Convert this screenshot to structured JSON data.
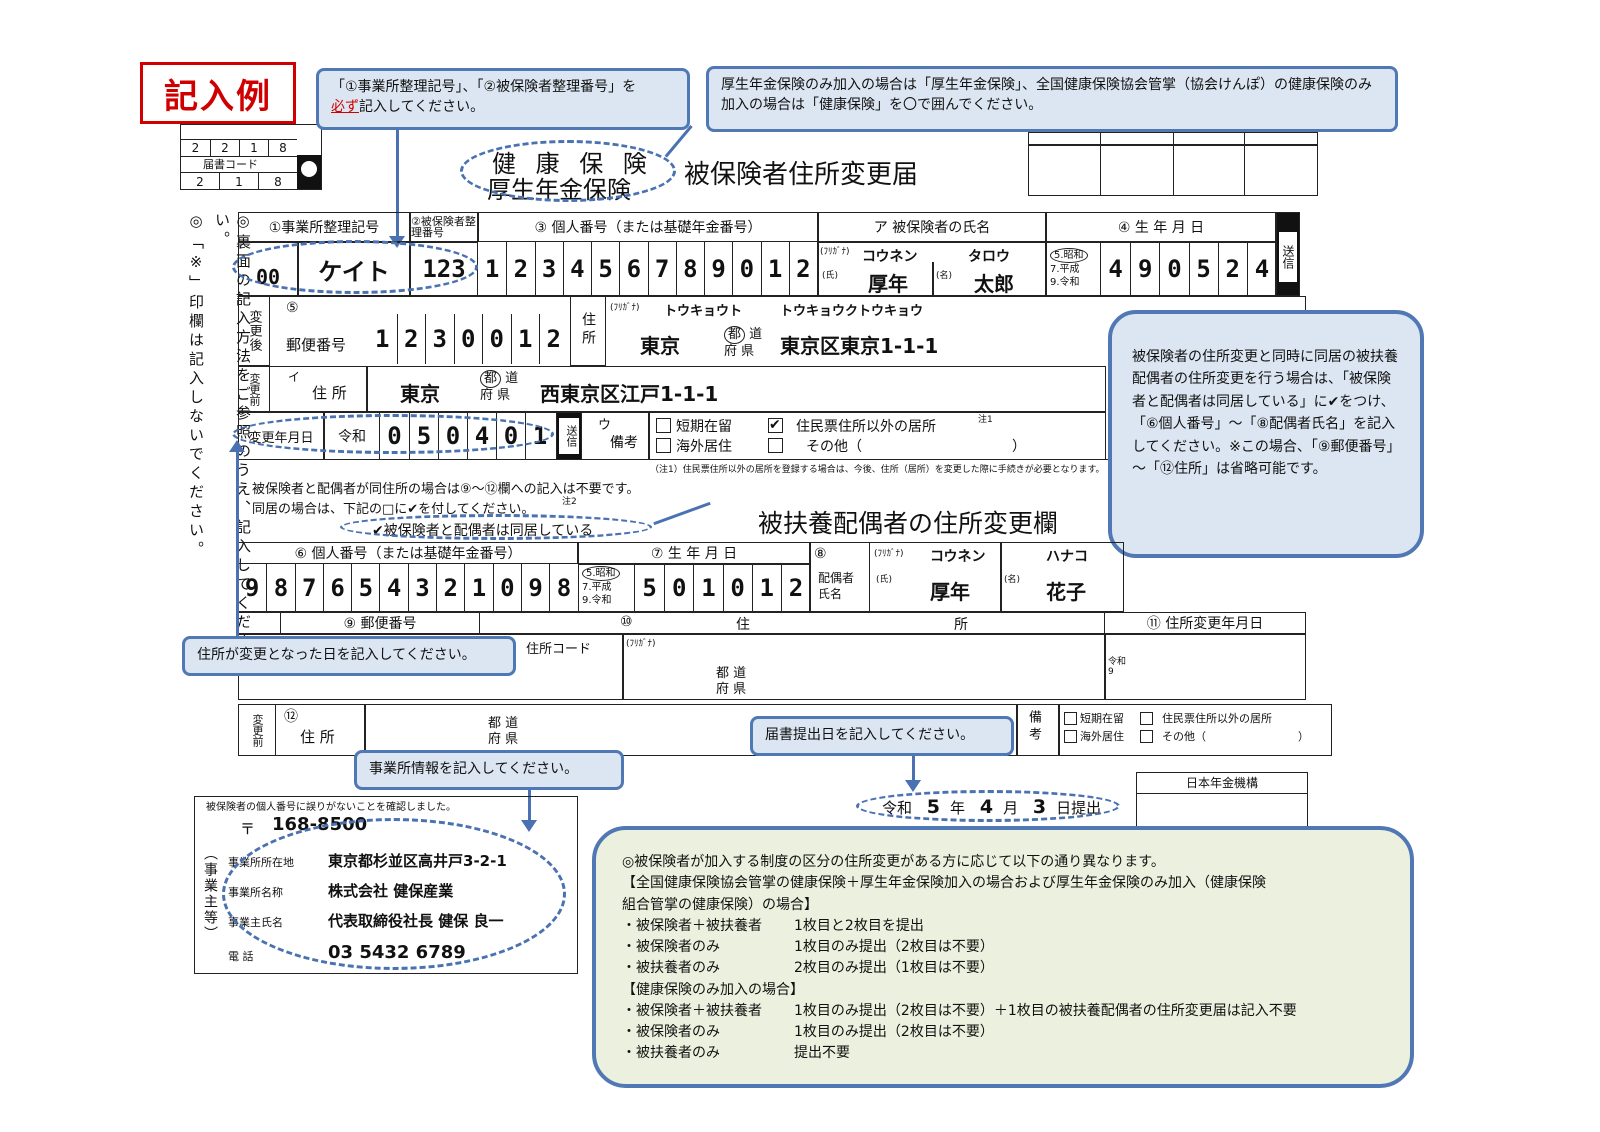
{
  "header": {
    "badge": "記入例",
    "form_title_kenpo": "健 康 保 険",
    "form_title_kosei": "厚生年金保険",
    "form_title_main": "被保険者住所変更届",
    "code_row1": [
      "2",
      "2",
      "1",
      "8"
    ],
    "doc_code_label": "届書コード",
    "code_row2": [
      "2",
      "1",
      "8"
    ]
  },
  "callouts": {
    "c1_pre": "「①事業所整理記号」、「②被保険者整理番号」を",
    "c1_em": "必ず",
    "c1_post": "記入してください。",
    "c2": "厚生年金保険のみ加入の場合は「厚生年金保険」、全国健康保険協会管掌（協会けんぽ）の健康保険のみ加入の場合は「健康保険」を〇で囲んでください。",
    "c3": "被保険者の住所変更と同時に同居の被扶養配偶者の住所変更を行う場合は、「被保険者と配偶者は同居している」に✔をつけ、「⑥個人番号」～「⑧配偶者氏名」を記入してください。※この場合、「⑨郵便番号」～「⑫住所」は省略可能です。",
    "c4": "住所が変更となった日を記入してください。",
    "c5": "届書提出日を記入してください。",
    "c6": "事業所情報を記入してください。"
  },
  "side_notes": {
    "left1": "◎「※」印欄は記入しないでください。",
    "left2": "◎裏面の記入方法をご参照のうえ、記入してください。"
  },
  "section1": {
    "label_office_code": "①事業所整理記号",
    "label_insured_no": "②被保険者整理番号",
    "label_my_number": "③ 個人番号（または基礎年金番号）",
    "label_name": "ア 被保険者の氏名",
    "label_birth": "④ 生 年 月 日",
    "send": "送信",
    "office_code_a": "00",
    "office_code_b": "ケイト",
    "insured_no": "123",
    "my_number": [
      "1",
      "2",
      "3",
      "4",
      "5",
      "6",
      "7",
      "8",
      "9",
      "0",
      "1",
      "2"
    ],
    "furigana": "(ﾌﾘｶﾞﾅ)",
    "name_kana_family": "コウネン",
    "name_kana_given": "タロウ",
    "shi": "(氏)",
    "mei": "(名)",
    "name_family": "厚年",
    "name_given": "太郎",
    "era_showa": "5.昭和",
    "era_heisei": "7.平成",
    "era_reiwa": "9.令和",
    "birth": [
      "4",
      "9",
      "0",
      "5",
      "2",
      "4"
    ]
  },
  "section2": {
    "after": "変更後",
    "num5": "⑤",
    "postal_label": "郵便番号",
    "postal": [
      "1",
      "2",
      "3",
      "0",
      "0",
      "1",
      "2"
    ],
    "addr_label": "住所",
    "addr_kana_pref": "トウキョウト",
    "addr_kana_city": "トウキョウクトウキョウ",
    "pref": "東京",
    "todo": "都",
    "dou": "道",
    "fuken": "府 県",
    "addr_city": "東京区東京1-1-1",
    "before": "変更前",
    "i": "イ",
    "old_addr_label": "住 所",
    "old_pref": "東京",
    "old_addr_city": "西東京区江戸1-1-1",
    "change_date_label": "変更年月日",
    "reiwa": "令和",
    "change_date": [
      "0",
      "5",
      "0",
      "4",
      "0",
      "1"
    ],
    "u": "ウ",
    "bikou": "備考",
    "opt_short": "短期在留",
    "opt_jumin": "住民票住所以外の居所",
    "note1": "注1",
    "opt_abroad": "海外居住",
    "opt_other": "その他（",
    "paren_close": "）",
    "fine_print": "（注1）住民票住所以外の居所を登録する場合は、今後、住所（居所）を変更した際に手続きが必要となります。"
  },
  "section3": {
    "note_line1": "被保険者と配偶者が同住所の場合は⑨～⑫欄への記入は不要です。",
    "note_line2": "同居の場合は、下記の□に✔を付してください。",
    "note2": "注2",
    "check_label": "✔被保険者と配偶者は同居している",
    "dep_title": "被扶養配偶者の住所変更欄",
    "label_my_number": "⑥ 個人番号（または基礎年金番号）",
    "label_birth": "⑦ 生 年 月 日",
    "num8": "⑧",
    "label_spouse": "配偶者氏名",
    "my_number": [
      "9",
      "8",
      "7",
      "6",
      "5",
      "4",
      "3",
      "2",
      "1",
      "0",
      "9",
      "8"
    ],
    "birth": [
      "5",
      "0",
      "1",
      "0",
      "1",
      "2"
    ],
    "name_kana_family": "コウネン",
    "name_kana_given": "ハナコ",
    "name_family": "厚年",
    "name_given": "花子",
    "label_postal": "⑨ 郵便番号",
    "label_addr_num": "⑩",
    "label_addr_ju": "住",
    "label_addr_sho": "所",
    "label_date": "⑪ 住所変更年月日",
    "addr_code": "住所コード",
    "todo_label": "都 道",
    "fuken_label": "府 県",
    "reiwa9": "令和 9",
    "num12": "⑫",
    "old_addr": "住 所",
    "bikou": "備考",
    "opt_short": "短期在留",
    "opt_abroad": "海外居住",
    "opt_jumin": "住民票住所以外の居所",
    "opt_other": "その他（",
    "paren_close": "）"
  },
  "submit": {
    "reiwa": "令和",
    "year": "5",
    "nen": "年",
    "month": "4",
    "tsuki": "月",
    "day": "3",
    "hi": "日提出",
    "pension_org": "日本年金機構"
  },
  "employer": {
    "confirm": "被保険者の個人番号に誤りがないことを確認しました。",
    "side": "（事業主等）",
    "postal_mark": "〒",
    "postal": "168-8500",
    "addr_label": "事業所所在地",
    "addr": "東京都杉並区高井戸3-2-1",
    "name_label": "事業所名称",
    "name": "株式会社 健保産業",
    "owner_label": "事業主氏名",
    "owner": "代表取締役社長 健保 良一",
    "tel_label": "電 話",
    "tel": "03 5432 6789"
  },
  "info_box": {
    "line1": "◎被保険者が加入する制度の区分の住所変更がある方に応じて以下の通り異なります。",
    "line2": "【全国健康保険協会管掌の健康保険＋厚生年金保険加入の場合および厚生年金保険のみ加入（健康保険",
    "line3": "組合管掌の健康保険）の場合】",
    "a1": "・被保険者＋被扶養者",
    "a1v": "1枚目と2枚目を提出",
    "a2": "・被保険者のみ",
    "a2v": "1枚目のみ提出（2枚目は不要）",
    "a3": "・被扶養者のみ",
    "a3v": "2枚目のみ提出（1枚目は不要）",
    "line4": "【健康保険のみ加入の場合】",
    "b1": "・被保険者＋被扶養者",
    "b1v": "1枚目のみ提出（2枚目は不要）＋1枚目の被扶養配偶者の住所変更届は記入不要",
    "b2": "・被保険者のみ",
    "b2v": "1枚目のみ提出（2枚目は不要）",
    "b3": "・被扶養者のみ",
    "b3v": "提出不要"
  },
  "colors": {
    "callout_border": "#5078b4",
    "callout_fill": "#dce6f2",
    "badge_red": "#d00000",
    "info_fill": "#ebf1de"
  }
}
